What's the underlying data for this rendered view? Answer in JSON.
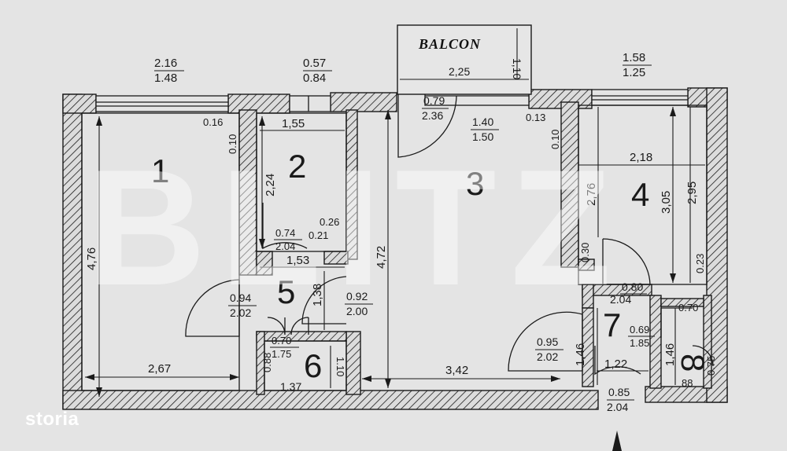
{
  "balcony": {
    "label": "BALCON",
    "width": "2,25",
    "depth": "1,10"
  },
  "windows": [
    {
      "w": "2.16",
      "h": "1.48"
    },
    {
      "w": "0.57",
      "h": "0.84"
    },
    {
      "w": "1.58",
      "h": "1.25"
    }
  ],
  "rooms": {
    "r1": {
      "num": "1",
      "height": "4,76",
      "width": "2,67"
    },
    "r2": {
      "num": "2",
      "width": "1,55",
      "height": "2,24"
    },
    "r3": {
      "num": "3",
      "height": "4,72",
      "width": "3,42"
    },
    "r4": {
      "num": "4",
      "width": "2,18",
      "h1": "2,76",
      "h2": "3,05",
      "h3": "2,95"
    },
    "r5": {
      "num": "5",
      "width": "1,53",
      "height": "1,38"
    },
    "r6": {
      "num": "6",
      "width": "1.37",
      "h": "0.88",
      "h2": "1.10"
    },
    "r7": {
      "num": "7",
      "width": "1,22",
      "height": "1,46"
    },
    "r8": {
      "num": "8",
      "height": "1,46"
    }
  },
  "doors": [
    {
      "w": "0.79",
      "h": "2.36"
    },
    {
      "w": "1.40",
      "h": "1.50"
    },
    {
      "w": "0.74",
      "h": "2.04"
    },
    {
      "w": "0.94",
      "h": "2.02"
    },
    {
      "w": "0.92",
      "h": "2.00"
    },
    {
      "w": "0.70",
      "h": "1.75"
    },
    {
      "w": "0.80",
      "h": "2.04"
    },
    {
      "w": "0.95",
      "h": "2.02"
    },
    {
      "w": "0.69",
      "h": "1.85"
    },
    {
      "w": "0.85",
      "h": "2.04"
    }
  ],
  "small": {
    "s016": "0.16",
    "s010a": "0.10",
    "s013": "0.13",
    "s010b": "0.10",
    "s026": "0.26",
    "s021": "0.21",
    "s030": "0.30",
    "s023": "0.23",
    "s070": "0.70",
    "s075": "0.75",
    "s088": "88"
  },
  "watermark": "BLITZ",
  "brand": "storia"
}
